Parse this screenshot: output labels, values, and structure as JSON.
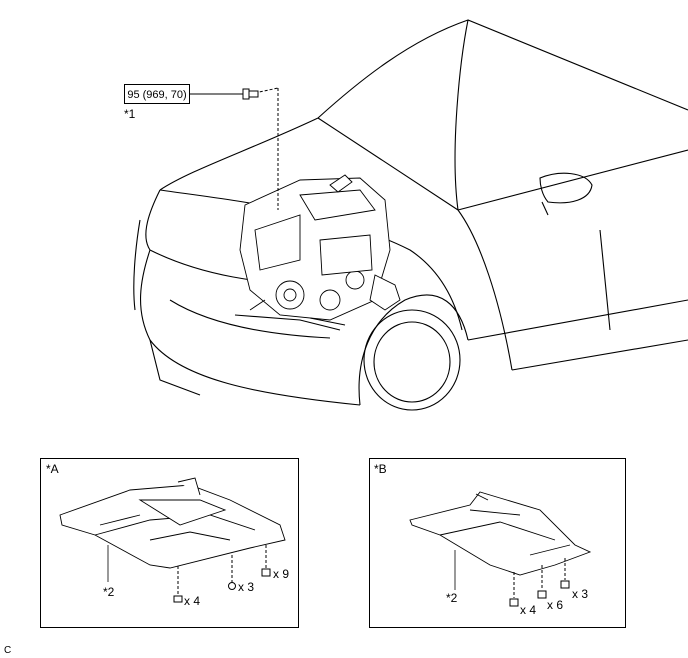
{
  "torque_callout": {
    "value": "95 (969, 70)"
  },
  "main_view": {
    "bolt_ref": "*1"
  },
  "panel_a": {
    "title": "*A",
    "part_ref": "*2",
    "counts": [
      "x 4",
      "x 3",
      "x 9"
    ]
  },
  "panel_b": {
    "title": "*B",
    "part_ref": "*2",
    "counts": [
      "x 4",
      "x 6",
      "x 3"
    ]
  },
  "figure_code": "C"
}
